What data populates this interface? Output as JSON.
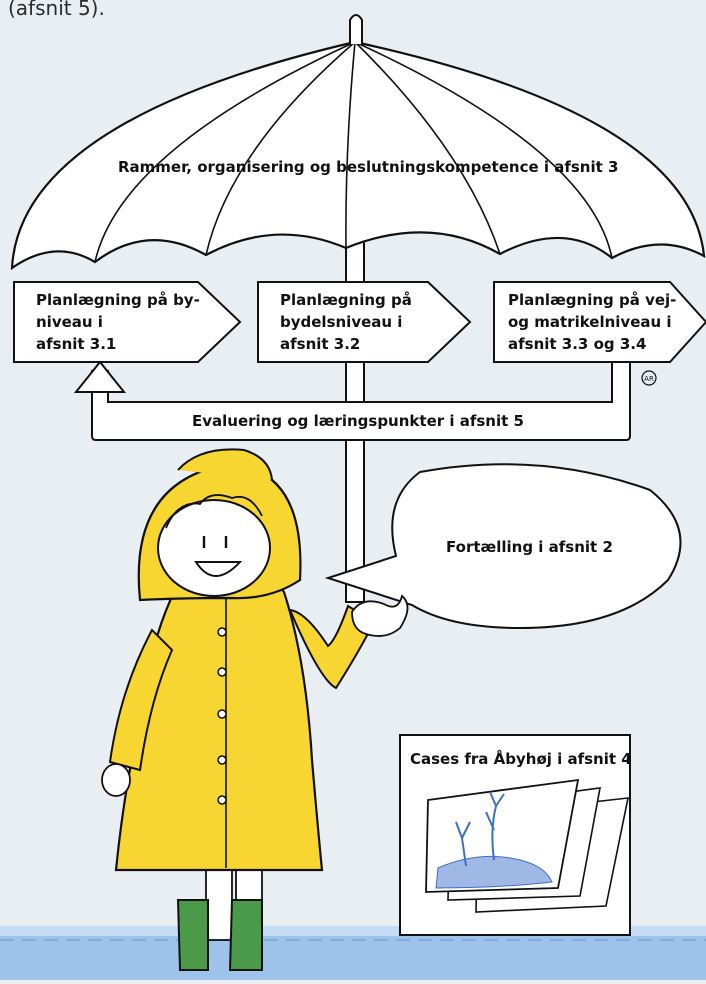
{
  "intro_fragment": "(afsnit 5).",
  "umbrella_label": "Rammer, organisering og beslutningskompetence i afsnit 3",
  "arrows": [
    {
      "lines": [
        "Planlægning på by-",
        "niveau i",
        "afsnit 3.1"
      ]
    },
    {
      "lines": [
        "Planlægning på",
        "bydelsniveau i",
        "afsnit 3.2"
      ]
    },
    {
      "lines": [
        "Planlægning på vej-",
        "og matrikelniveau i",
        "afsnit 3.3 og 3.4"
      ]
    }
  ],
  "feedback_label": "Evaluering og læringspunkter i afsnit 5",
  "speech_label": "Fortælling i afsnit 2",
  "sign_label": "Cases fra Åbyhøj i afsnit 4",
  "signature": "AR",
  "colors": {
    "background": "#e9eef2",
    "raincoat": "#f7d631",
    "raincoat_shadow": "#e0b814",
    "boots": "#4a9a4a",
    "water": "#9ec3ea",
    "river": "#3d6fc4"
  }
}
